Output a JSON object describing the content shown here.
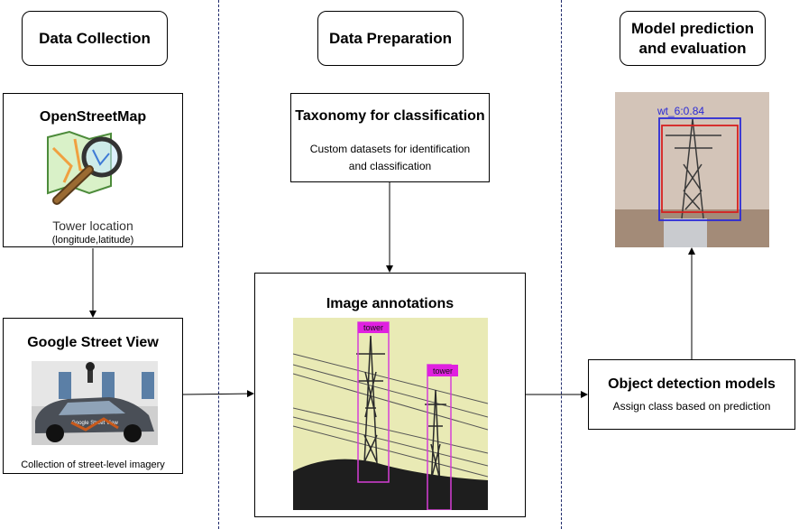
{
  "headers": {
    "collection": "Data Collection",
    "preparation": "Data Preparation",
    "evaluation": "Model prediction and evaluation"
  },
  "osm": {
    "title": "OpenStreetMap",
    "caption": "Tower location",
    "sub": "(longitude,latitude)",
    "icon": "magnifier-map-icon"
  },
  "gsv": {
    "title": "Google Street View",
    "car_text": "Google Street View",
    "caption": "Collection of street-level imagery"
  },
  "taxonomy": {
    "title": "Taxonomy for classification",
    "desc": "Custom datasets for identification and classification"
  },
  "annotations": {
    "title": "Image annotations",
    "label_1": "tower",
    "label_2": "tower"
  },
  "detection": {
    "title": "Object detection models",
    "desc": "Assign class based on prediction"
  },
  "prediction": {
    "label": "wt_6:0.84"
  },
  "colors": {
    "divider": "#1f2a6b",
    "annotation_box": "#d63fd6",
    "prediction_blue": "#2b2bd6",
    "prediction_red": "#d62020"
  }
}
